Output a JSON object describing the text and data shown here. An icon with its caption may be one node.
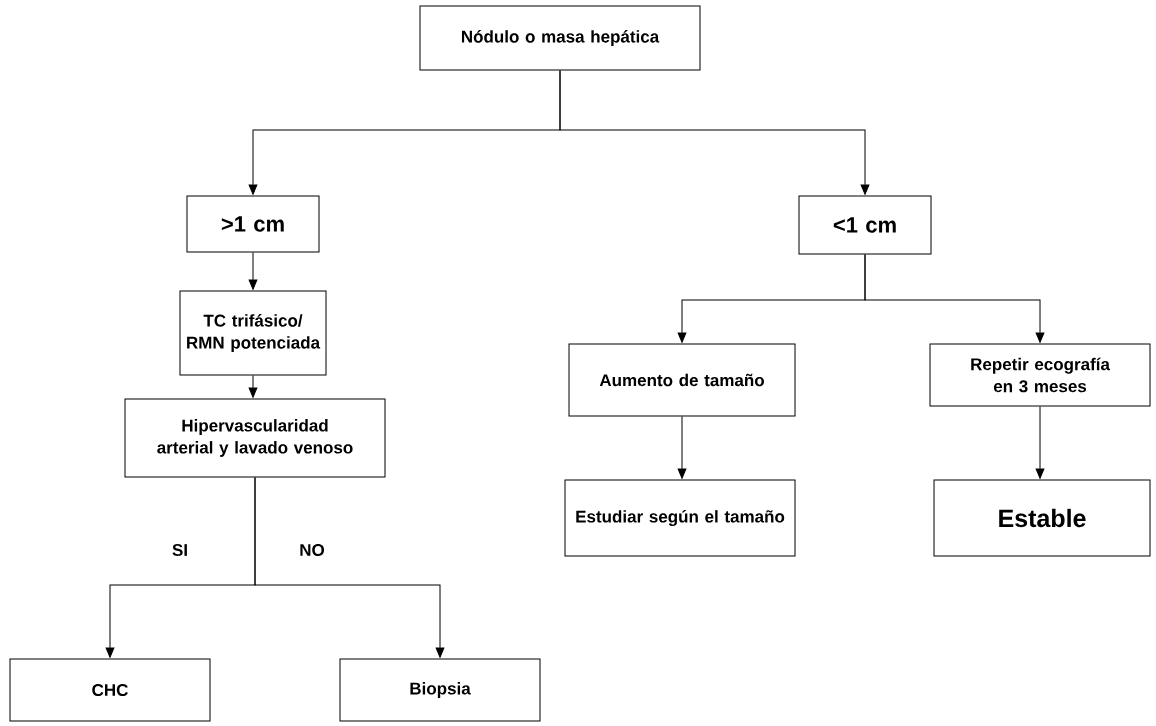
{
  "diagram": {
    "nodes": [
      {
        "text": [
          "Nódulo o masa hepática"
        ]
      },
      {
        "text": [
          ">1 cm"
        ]
      },
      {
        "text": [
          "TC trifásico/ RMN potenciada"
        ]
      },
      {
        "text": [
          "Hipervascularidad arterial y lavado venoso"
        ]
      },
      {
        "text": [
          "CHC"
        ]
      },
      {
        "text": [
          "Biopsia"
        ]
      },
      {
        "text": [
          "<1 cm"
        ]
      },
      {
        "text": [
          "Aumento de tamaño"
        ]
      },
      {
        "text": [
          "Repetir ecografía en 3 meses"
        ]
      },
      {
        "text": [
          "Estudiar según el tamaño"
        ]
      },
      {
        "text": [
          "Estable"
        ]
      }
    ],
    "edges": [
      {
        "from": 0,
        "to": 1,
        "arrow": "to"
      },
      {
        "from": 0,
        "to": 6,
        "arrow": "to"
      },
      {
        "from": 1,
        "to": 2,
        "arrow": "to"
      },
      {
        "from": 2,
        "to": 3,
        "arrow": "to"
      },
      {
        "from": 3,
        "to": 4,
        "arrow": "to",
        "label": "SI"
      },
      {
        "from": 3,
        "to": 5,
        "arrow": "to",
        "label": "NO"
      },
      {
        "from": 6,
        "to": 7,
        "arrow": "to"
      },
      {
        "from": 6,
        "to": 8,
        "arrow": "to"
      },
      {
        "from": 7,
        "to": 9,
        "arrow": "to"
      },
      {
        "from": 8,
        "to": 10,
        "arrow": "to"
      }
    ]
  }
}
